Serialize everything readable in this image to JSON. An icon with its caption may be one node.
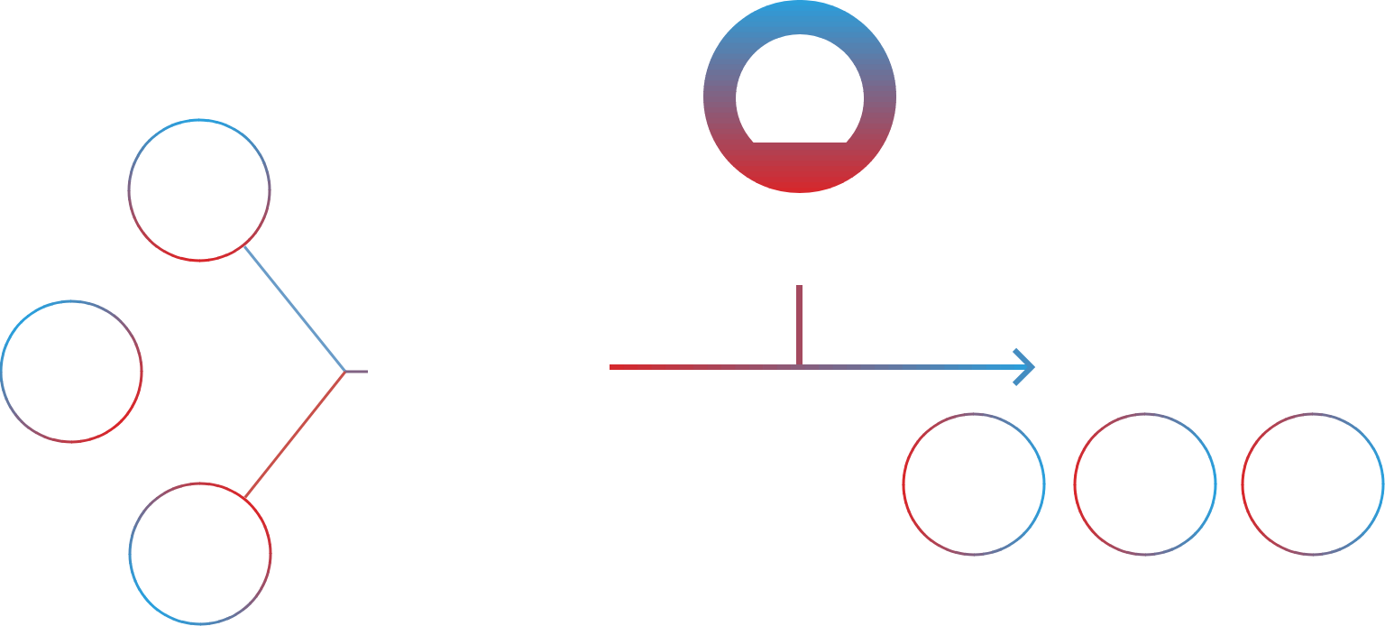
{
  "diagram": {
    "nodes": [
      {
        "text": [],
        "shape": "circle"
      },
      {
        "text": [],
        "shape": "circle"
      },
      {
        "text": [],
        "shape": "circle"
      },
      {
        "text": [],
        "shape": "picture"
      },
      {
        "text": [],
        "shape": "circle"
      },
      {
        "text": [],
        "shape": "circle"
      },
      {
        "text": [],
        "shape": "circle"
      }
    ],
    "edges": [
      {
        "from": 0,
        "to": null,
        "arrow": "none",
        "color": "#6a9cc8"
      },
      {
        "from": 2,
        "to": null,
        "arrow": "none",
        "color": "#c8504a"
      }
    ]
  }
}
